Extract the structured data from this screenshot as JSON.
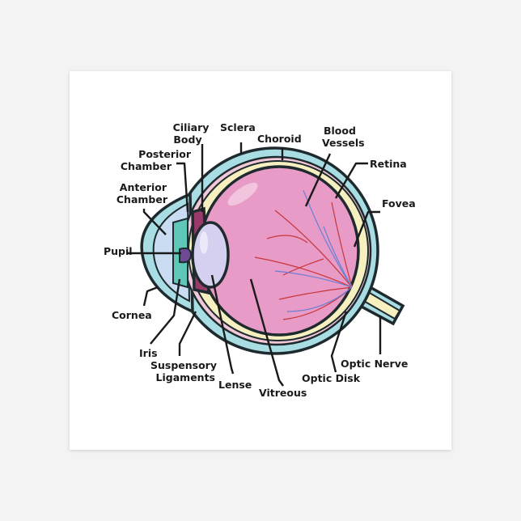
{
  "diagram": {
    "labels": {
      "ciliary_body": [
        "Ciliary",
        "Body"
      ],
      "sclera": "Sclera",
      "choroid": "Choroid",
      "blood_vessels": [
        "Blood",
        "Vessels"
      ],
      "retina": "Retina",
      "posterior_chamber": [
        "Posterior",
        "Chamber"
      ],
      "anterior_chamber": [
        "Anterior",
        "Chamber"
      ],
      "fovea": "Fovea",
      "pupil": "Pupil",
      "cornea": "Cornea",
      "iris": "Iris",
      "suspensory_ligaments": [
        "Suspensory",
        "Ligaments"
      ],
      "lense": "Lense",
      "vitreous": "Vitreous",
      "optic_disk": "Optic Disk",
      "optic_nerve": "Optic Nerve"
    },
    "colors": {
      "sclera": "#a8dde3",
      "choroid": "#f1c8d8",
      "retina": "#f6efc0",
      "vitreous": "#e79bc6",
      "lens": "#d5d0f0",
      "iris": "#5fc7b8",
      "pupil": "#6e4a93",
      "cornea": "#c9dcf2",
      "artery": "#c8363a",
      "vein": "#6a7fd6"
    }
  }
}
